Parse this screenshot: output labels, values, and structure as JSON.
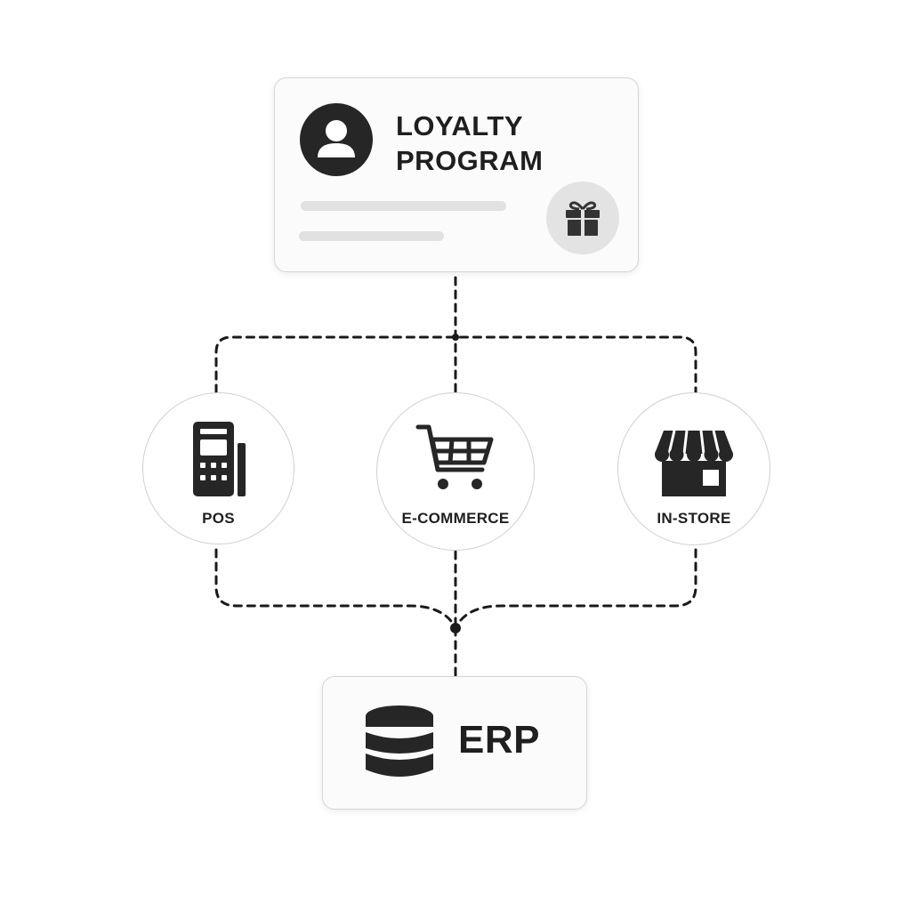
{
  "loyalty": {
    "title_line1": "LOYALTY",
    "title_line2": "PROGRAM"
  },
  "channels": {
    "pos": {
      "label": "POS"
    },
    "ecommerce": {
      "label": "E-COMMERCE"
    },
    "instore": {
      "label": "IN-STORE"
    }
  },
  "erp": {
    "label": "ERP"
  },
  "colors": {
    "icon": "#262626",
    "connector": "#1a1a1a",
    "card_border": "#d6d6d6",
    "gift_badge": "#e3e3e3"
  }
}
